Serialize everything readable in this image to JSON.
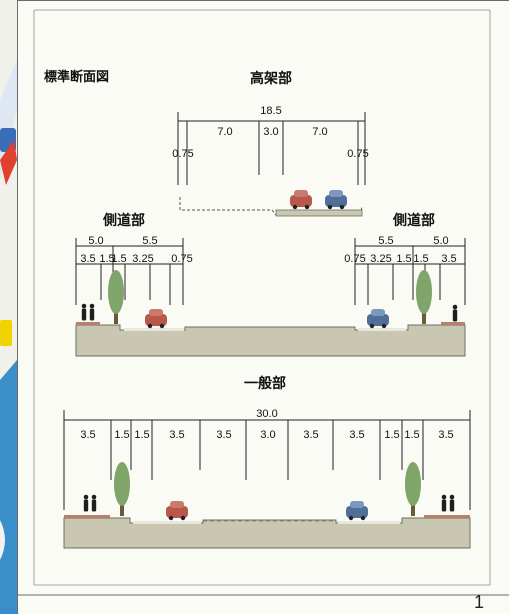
{
  "title": "標準断面図",
  "page_number": "1",
  "sections": {
    "elevated": {
      "label": "高架部",
      "total": "18.5",
      "widths": [
        "0.75",
        "7.0",
        "3.0",
        "7.0",
        "0.75"
      ]
    },
    "side_left": {
      "label": "側道部",
      "top": [
        "5.0",
        "5.5"
      ],
      "widths": [
        "3.5",
        "1.5",
        "1.5",
        "3.25",
        "0.75"
      ]
    },
    "side_right": {
      "label": "側道部",
      "top": [
        "5.5",
        "5.0"
      ],
      "widths": [
        "0.75",
        "3.25",
        "1.5",
        "1.5",
        "3.5"
      ]
    },
    "general": {
      "label": "一般部",
      "total": "30.0",
      "widths": [
        "3.5",
        "1.5",
        "1.5",
        "3.5",
        "3.5",
        "3.0",
        "3.5",
        "3.5",
        "1.5",
        "1.5",
        "3.5"
      ]
    }
  },
  "colors": {
    "ground": "#c9c7b2",
    "ground_edge": "#6f6e60",
    "road_surface": "#d8d7c6",
    "tree_green": "#7fa56a",
    "car_red": "#b8574a",
    "car_blue": "#4f6f99",
    "sidewalk_red": "#b87f6f"
  },
  "icons": {
    "left_strip": [
      "route-shield-icon",
      "warning-marker-icon"
    ]
  }
}
